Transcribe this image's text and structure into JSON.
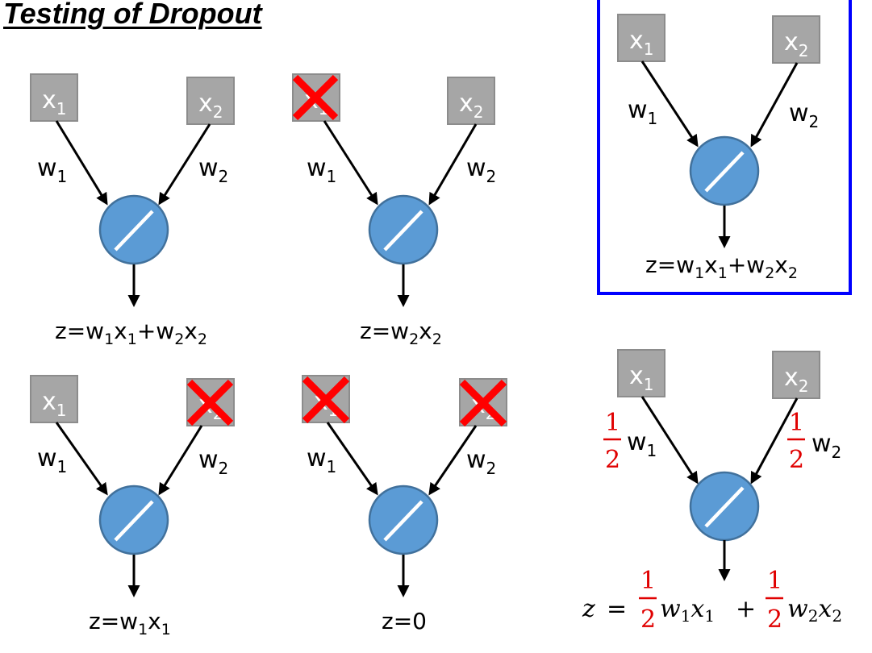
{
  "title": "Testing of Dropout",
  "inputs": {
    "x1": {
      "base": "x",
      "sub": "1"
    },
    "x2": {
      "base": "x",
      "sub": "2"
    }
  },
  "weights": {
    "w1": {
      "base": "w",
      "sub": "1"
    },
    "w2": {
      "base": "w",
      "sub": "2"
    }
  },
  "fraction": {
    "num": "1",
    "den": "2"
  },
  "outputs": {
    "both": {
      "z": "z=w",
      "a": "1",
      "b": "x",
      "c": "1",
      "d": "+w",
      "e": "2",
      "f": "x",
      "g": "2"
    },
    "drop_x1": {
      "z": "z=w",
      "a": "2",
      "b": "x",
      "c": "2"
    },
    "drop_x2": {
      "z": "z=w",
      "a": "1",
      "b": "x",
      "c": "1"
    },
    "drop_both": "z=0",
    "ref": {
      "z": "z=w",
      "a": "1",
      "b": "x",
      "c": "1",
      "d": "+w",
      "e": "2",
      "f": "x",
      "g": "2"
    },
    "scaled": {
      "z": "z",
      "eq": "=",
      "w": "w",
      "x": "x",
      "plus": "+",
      "s1": "1",
      "s2": "2"
    }
  },
  "colors": {
    "input_box": "#a6a6a6",
    "node": "#5b9bd5",
    "cross": "#ff0000",
    "frame": "#0000ff",
    "fraction": "#e00000"
  },
  "icons": {
    "node": "linear-activation-icon",
    "dropped": "red-x-cross-icon"
  }
}
